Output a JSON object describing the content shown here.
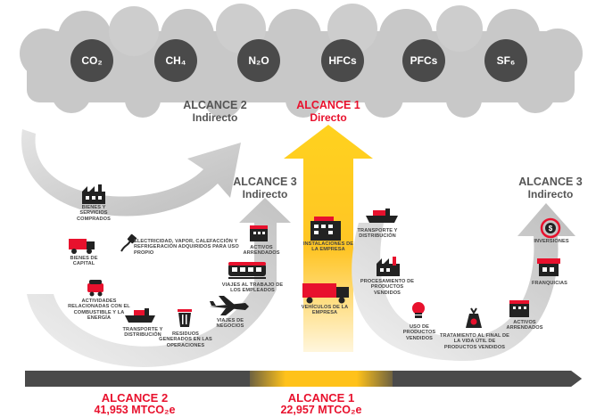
{
  "gases": [
    "CO₂",
    "CH₄",
    "N₂O",
    "HFCs",
    "PFCs",
    "SF₆"
  ],
  "scopes": {
    "scope2": {
      "title": "ALCANCE 2",
      "subtitle": "Indirecto"
    },
    "scope1": {
      "title": "ALCANCE 1",
      "subtitle": "Directo"
    },
    "scope3_up": {
      "title": "ALCANCE 3",
      "subtitle": "Indirecto"
    },
    "scope3_down": {
      "title": "ALCANCE 3",
      "subtitle": "Indirecto"
    }
  },
  "labels": {
    "purchased_goods": "BIENES Y SERVICIOS COMPRADOS",
    "electricity": "ELECTRICIDAD, VAPOR, CALEFACCIÓN Y REFRIGERACIÓN ADQUIRIDOS PARA USO PROPIO",
    "capital_goods": "BIENES DE CAPITAL",
    "fuel_energy": "ACTIVIDADES RELACIONADAS CON EL COMBUSTIBLE Y LA ENERGÍA",
    "transport_up": "TRANSPORTE Y DISTRIBUCIÓN",
    "waste": "RESIDUOS GENERADOS EN LAS OPERACIONES",
    "business_travel": "VIAJES DE NEGOCIOS",
    "commuting": "VIAJES AL TRABAJO DE LOS EMPLEADOS",
    "leased_up": "ACTIVOS ARRENDADOS",
    "facilities": "INSTALACIONES DE LA EMPRESA",
    "vehicles": "VEHÍCULOS DE LA EMPRESA",
    "transport_down": "TRANSPORTE Y DISTRIBUCIÓN",
    "processing": "PROCESAMIENTO DE PRODUCTOS VENDIDOS",
    "use_products": "USO DE PRODUCTOS VENDIDOS",
    "end_of_life": "TRATAMIENTO AL FINAL DE LA VIDA ÚTIL DE PRODUCTOS VENDIDOS",
    "leased_down": "ACTIVOS ARRENDADOS",
    "franchises": "FRANQUICIAS",
    "investments": "INVERSIONES"
  },
  "totals": {
    "scope2": {
      "name": "ALCANCE 2",
      "value": "41,953 MTCO₂e"
    },
    "scope1": {
      "name": "ALCANCE 1",
      "value": "22,957 MTCO₂e"
    }
  },
  "colors": {
    "red": "#e8112d",
    "yellow": "#ffc21a",
    "dark": "#4a4a4a",
    "cloud": "#c8c8c8"
  }
}
